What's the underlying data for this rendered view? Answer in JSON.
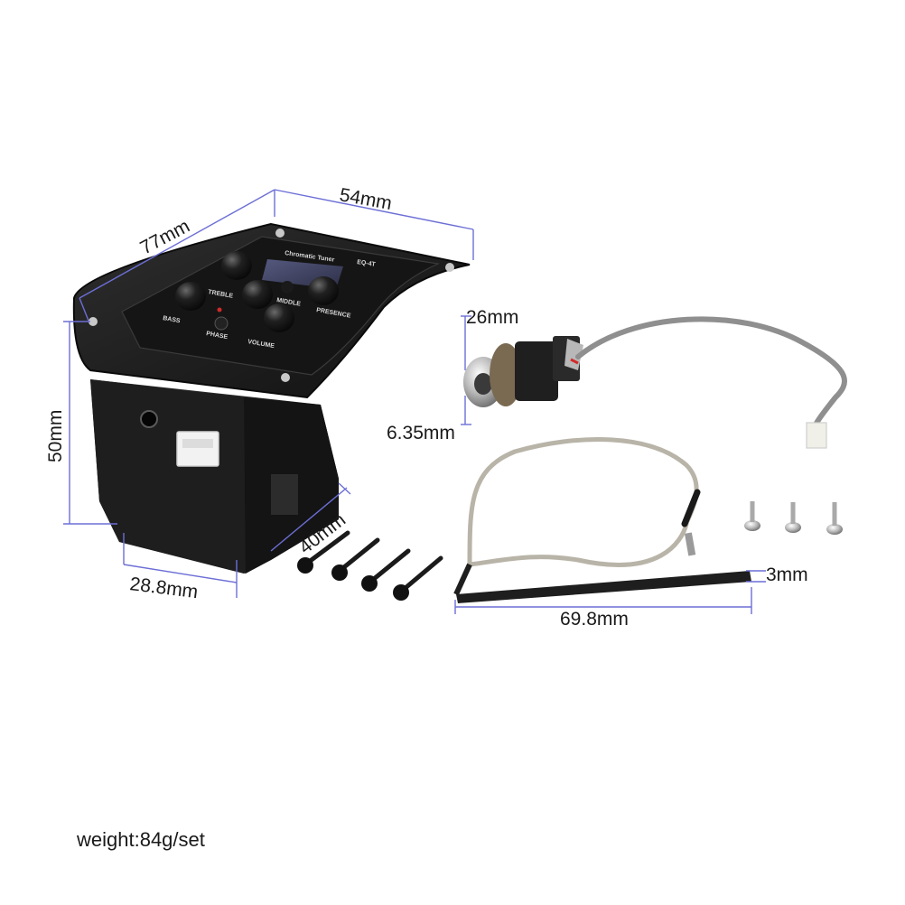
{
  "dimensions": {
    "width_top": "54mm",
    "length_top": "77mm",
    "height": "50mm",
    "depth": "28.8mm",
    "screw_length": "40mm",
    "jack_width": "26mm",
    "jack_diameter": "6.35mm",
    "saddle_thickness": "3mm",
    "saddle_length": "69.8mm"
  },
  "panel": {
    "brand": "Chromatic Tuner",
    "model": "EQ-4T",
    "knob_labels": [
      "TREBLE",
      "MIDDLE",
      "PRESENCE",
      "BASS",
      "PHASE",
      "VOLUME"
    ]
  },
  "caption": {
    "weight": "weight:84g/set"
  },
  "colors": {
    "dimension_line": "#6c6fd6",
    "body": "#1c1c1c",
    "cable_gray": "#8f8f8f",
    "braid": "#b9b4a8"
  }
}
